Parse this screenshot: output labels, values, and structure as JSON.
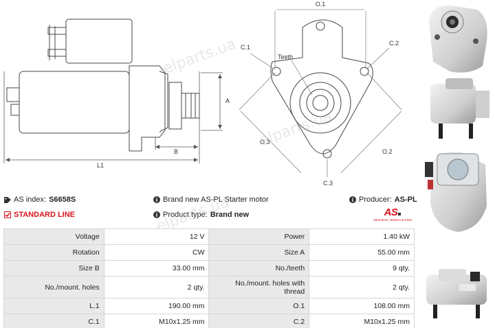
{
  "drawing": {
    "labels": {
      "a": "A",
      "b": "B",
      "l1": "L1",
      "o1": "O.1",
      "o2": "O.2",
      "o3": "O.3",
      "c1": "C.1",
      "c2": "C.2",
      "c3": "C.3",
      "teeth": "Teeth"
    }
  },
  "info": {
    "as_index_label": "AS index:",
    "as_index_value": "S6658S",
    "standard_line": "STANDARD LINE",
    "brand_description": "Brand new AS-PL Starter motor",
    "product_type_label": "Product type:",
    "product_type_value": "Brand new",
    "producer_label": "Producer:",
    "producer_value": "AS-PL",
    "logo_text": "AS",
    "logo_tagline": "Alternators, Starters & Parts"
  },
  "specs": [
    {
      "k1": "Voltage",
      "v1": "12 V",
      "k2": "Power",
      "v2": "1.40 kW"
    },
    {
      "k1": "Rotation",
      "v1": "CW",
      "k2": "Size A",
      "v2": "55.00 mm"
    },
    {
      "k1": "Size B",
      "v1": "33.00 mm",
      "k2": "No./teeth",
      "v2": "9 qty."
    },
    {
      "k1": "No./mount. holes",
      "v1": "2 qty.",
      "k2": "No./mount. holes with thread",
      "v2": "2 qty."
    },
    {
      "k1": "L.1",
      "v1": "190.00 mm",
      "k2": "O.1",
      "v2": "108.00 mm"
    },
    {
      "k1": "C.1",
      "v1": "M10x1.25 mm",
      "k2": "C.2",
      "v2": "M10x1.25 mm"
    }
  ],
  "watermark": "elparts.ua",
  "colors": {
    "accent_red": "#d7141a",
    "table_key_bg": "#e9e9e9",
    "border": "#d5d5d5"
  }
}
